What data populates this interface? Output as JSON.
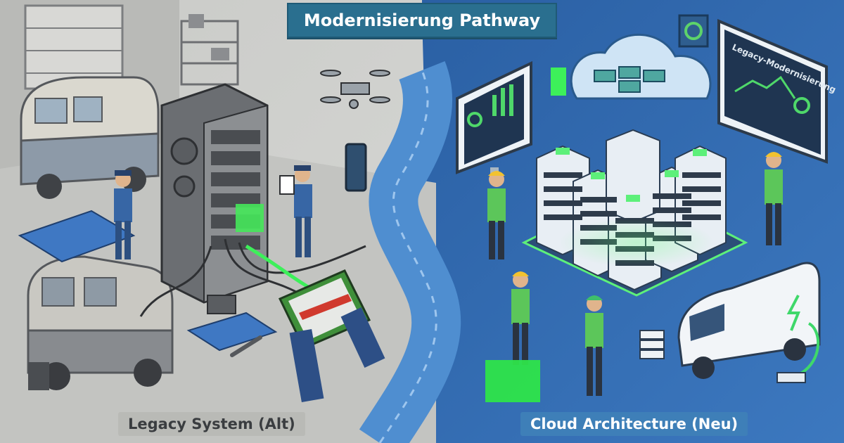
{
  "title": "Modernisierung Pathway",
  "left_caption": "Legacy System (Alt)",
  "right_caption": "Cloud Architecture (Neu)",
  "monitor_right_title": "Legacy-Modernisierung",
  "colors": {
    "left_bg": "#cfd0cd",
    "right_bg": "#2f67a8",
    "banner": "#2a6f8f",
    "accent_green": "#3df05a",
    "road": "#4f8ed0"
  },
  "icons": [
    "gear-icon",
    "drone-icon",
    "phone-icon",
    "tablet-icon",
    "cloud-icon",
    "server-rack-icon",
    "van-icon",
    "worker-icon",
    "wrench-icon",
    "blueprint-icon",
    "lightning-icon",
    "chart-icon"
  ]
}
